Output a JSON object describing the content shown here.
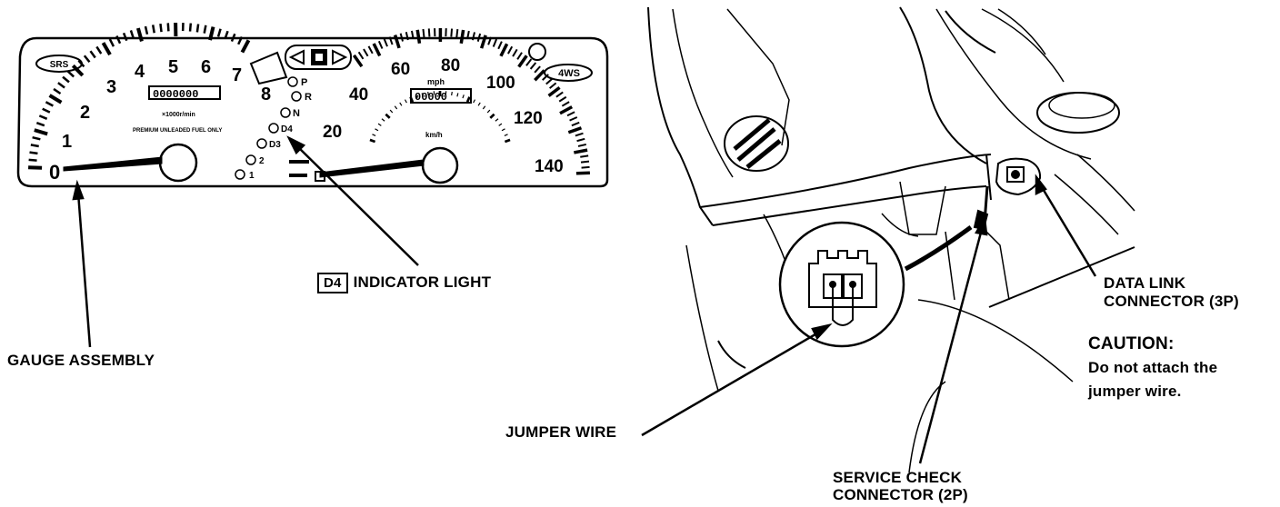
{
  "gauge": {
    "tach_numbers": [
      "0",
      "1",
      "2",
      "3",
      "4",
      "5",
      "6",
      "7",
      "8"
    ],
    "speed_numbers": [
      "20",
      "40",
      "60",
      "80",
      "100",
      "120",
      "140"
    ],
    "badge_srs": "SRS",
    "badge_4ws": "4WS",
    "tach_units": "×1000r/min",
    "fuel_note": "PREMIUM UNLEADED FUEL ONLY",
    "odometer_tach": "0000000",
    "odometer_speed": "00000",
    "speed_unit_mph": "mph",
    "speed_unit_kmh": "km/h",
    "gear_letters": [
      "P",
      "R",
      "N",
      "D4",
      "D3",
      "2",
      "1"
    ]
  },
  "labels": {
    "d4_box": "D4",
    "d4_indicator": "INDICATOR LIGHT",
    "gauge_assembly": "GAUGE ASSEMBLY",
    "jumper_wire": "JUMPER WIRE",
    "service_check_line1": "SERVICE CHECK",
    "service_check_line2": "CONNECTOR (2P)",
    "data_link_line1": "DATA LINK",
    "data_link_line2": "CONNECTOR (3P)",
    "caution_title": "CAUTION:",
    "caution_line1": "Do not attach the",
    "caution_line2": "jumper wire."
  },
  "colors": {
    "ink": "#000000",
    "paper": "#ffffff"
  }
}
